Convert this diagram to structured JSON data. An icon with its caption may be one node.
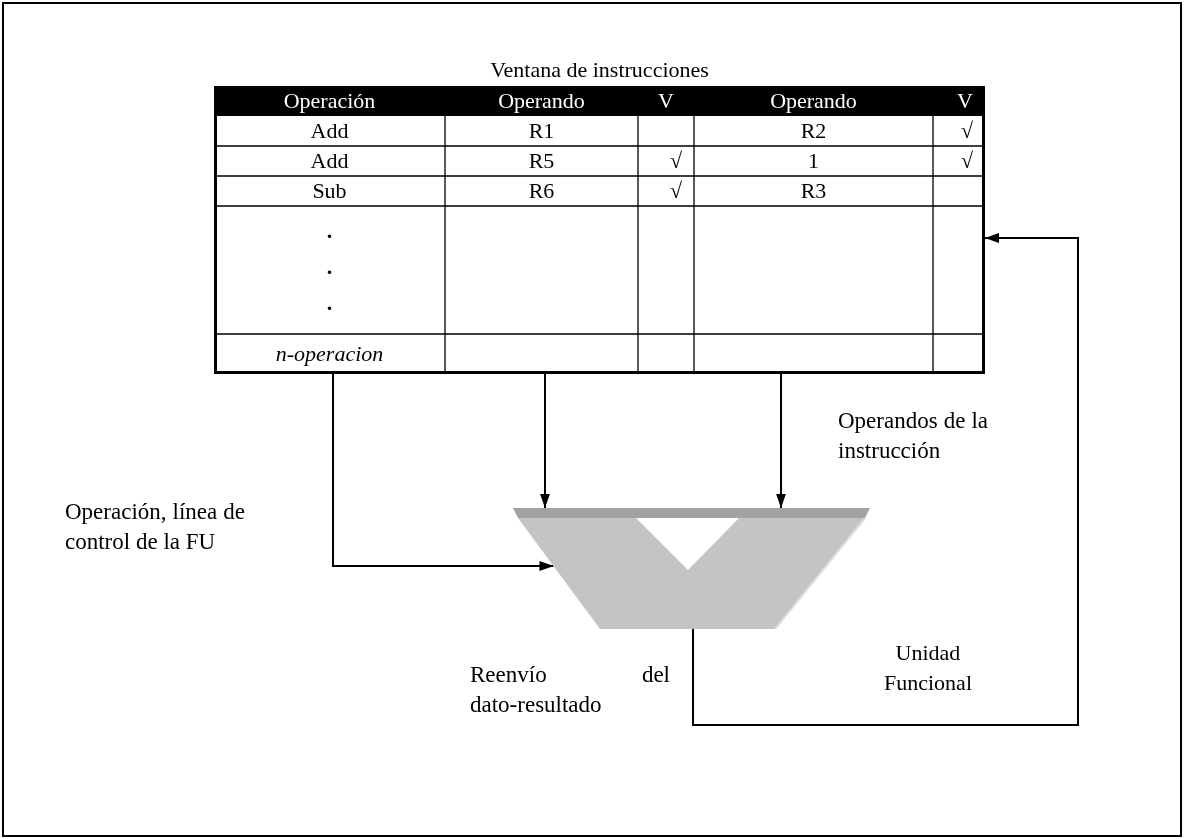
{
  "diagram": {
    "nodes": [
      {
        "text": [
          "Ventana de instrucciones"
        ]
      },
      {
        "text": [],
        "shape": "trapezoid",
        "beside": [
          "Unidad Funcional"
        ]
      }
    ],
    "edges": [
      {
        "from": 0,
        "to": 1,
        "arrow": "to",
        "label": "Operación, línea de control de la FU"
      },
      {
        "from": 0,
        "to": 1,
        "arrow": "to"
      },
      {
        "from": 0,
        "to": 1,
        "arrow": "to",
        "label": "Operandos de la instrucción"
      },
      {
        "from": 1,
        "to": 0,
        "arrow": "to",
        "label": "Reenvío del dato-resultado"
      }
    ],
    "labels": [
      "Operación",
      "Operando",
      "V",
      "Operando",
      "V",
      "Add",
      "R1",
      "R2",
      "√",
      "Add",
      "R5",
      "√",
      "1",
      "√",
      "Sub",
      "R6",
      "√",
      "R3",
      ".",
      ".",
      ".",
      "n-operacion"
    ]
  }
}
